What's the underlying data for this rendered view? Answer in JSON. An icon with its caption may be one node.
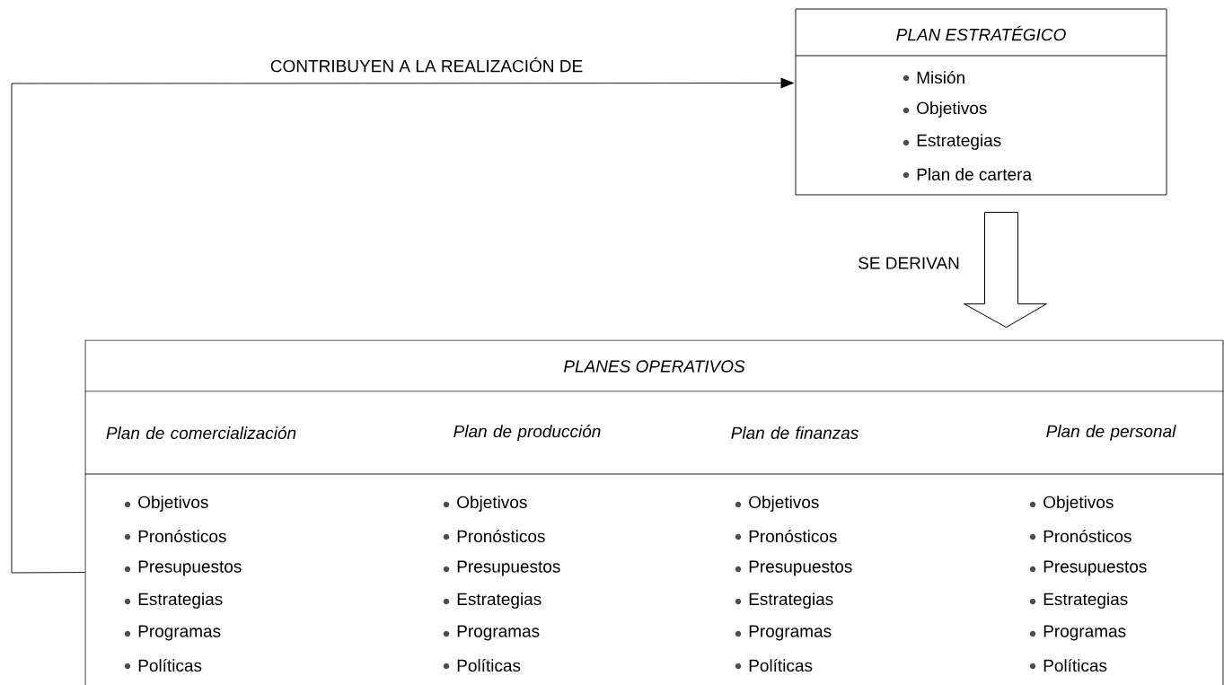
{
  "diagram": {
    "nodes": [
      {
        "text": [
          "PLAN ESTRATÉGICO",
          "Misión",
          "Objetivos",
          "Estrategias",
          "Plan de cartera"
        ]
      },
      {
        "text": [
          "PLANES OPERATIVOS"
        ]
      },
      {
        "text": [
          "Plan de comercialización",
          "Objetivos",
          "Pronósticos",
          "Presupuestos",
          "Estrategias",
          "Programas",
          "Políticas"
        ],
        "in": 1
      },
      {
        "text": [
          "Plan de producción",
          "Objetivos",
          "Pronósticos",
          "Presupuestos",
          "Estrategias",
          "Programas",
          "Políticas"
        ],
        "in": 1
      },
      {
        "text": [
          "Plan de finanzas",
          "Objetivos",
          "Pronósticos",
          "Presupuestos",
          "Estrategias",
          "Programas",
          "Políticas"
        ],
        "in": 1
      },
      {
        "text": [
          "Plan de personal",
          "Objetivos",
          "Pronósticos",
          "Presupuestos",
          "Estrategias",
          "Programas",
          "Políticas"
        ],
        "in": 1
      }
    ],
    "edges": [
      {
        "from": 1,
        "to": 0,
        "arrow": "to",
        "label": "CONTRIBUYEN A LA REALIZACIÓN DE"
      },
      {
        "from": 0,
        "to": 1,
        "arrow": "to",
        "label": "SE DERIVAN",
        "style": "thick"
      }
    ]
  }
}
